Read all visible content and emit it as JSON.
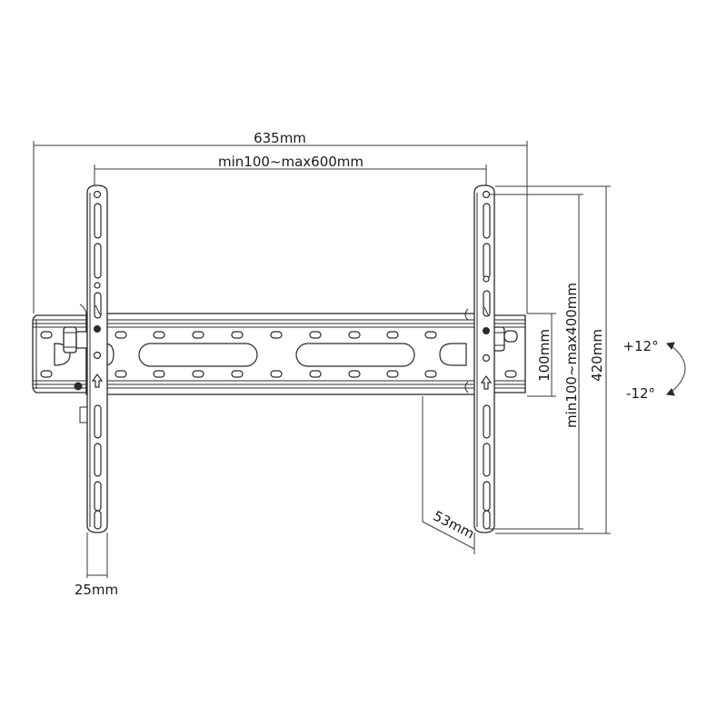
{
  "diagram": {
    "subject": "Tilting TV wall mount bracket (front view)",
    "dimensions": {
      "overall_width": "635mm",
      "vesa_horizontal": "min100~max600mm",
      "wall_plate_height": "100mm",
      "vesa_vertical": "min100~max400mm",
      "arm_height": "420mm",
      "arm_width": "25mm",
      "depth": "53mm"
    },
    "tilt": {
      "up": "+12°",
      "down": "-12°"
    },
    "colors": {
      "line": "#2a2a2a",
      "text": "#1a1a1a",
      "background": "#ffffff"
    }
  }
}
